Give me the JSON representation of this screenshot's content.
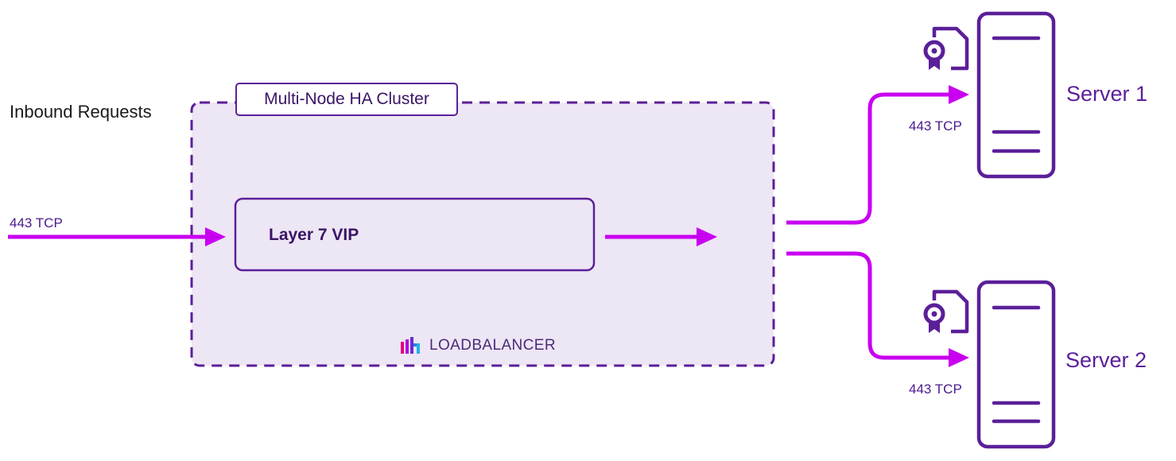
{
  "inbound_label": "Inbound Requests",
  "cluster": {
    "label": "Multi-Node HA Cluster"
  },
  "vip": {
    "label": "Layer 7 VIP"
  },
  "brand": {
    "text": "LOADBALANCER",
    "icon": "loadbalancer-logo-icon"
  },
  "ports": {
    "inbound": "443 TCP",
    "server1": "443 TCP",
    "server2": "443 TCP"
  },
  "servers": [
    {
      "name": "Server 1",
      "icon": "server-icon",
      "badge": "certificate-document-icon"
    },
    {
      "name": "Server 2",
      "icon": "server-icon",
      "badge": "certificate-document-icon"
    }
  ],
  "colors": {
    "arrow": "#c800f0",
    "purple": "#5b1f99",
    "cluster_fill": "#ede6f4",
    "dark_text": "#3b1466"
  }
}
